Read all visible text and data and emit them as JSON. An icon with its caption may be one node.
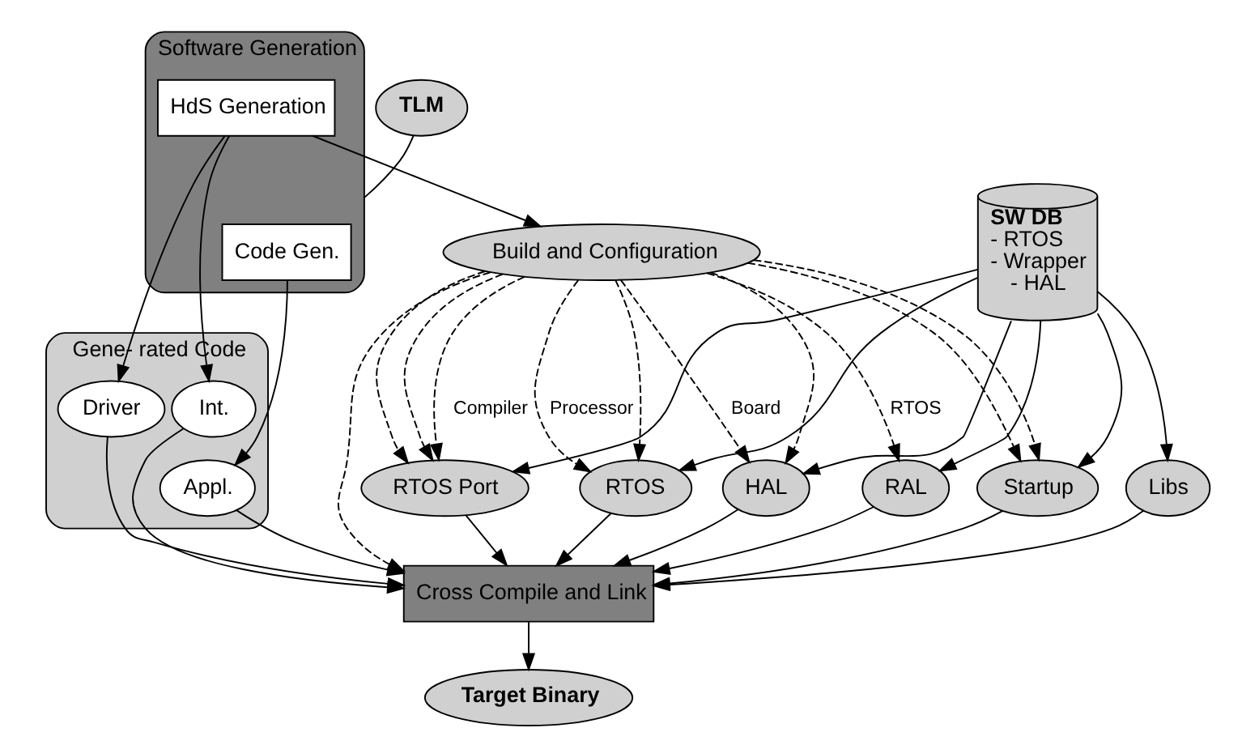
{
  "diagram": {
    "nodes": [
      {
        "text": [
          "TLM"
        ]
      },
      {
        "text": [
          "Software Generation"
        ]
      },
      {
        "text": [
          "Code Gen."
        ],
        "in": 1
      },
      {
        "text": [
          "HdS Generation"
        ],
        "in": 1
      },
      {
        "text": [
          "Gene- rated Code"
        ]
      },
      {
        "text": [
          "Appl."
        ],
        "in": 4
      },
      {
        "text": [
          "Driver"
        ],
        "in": 4
      },
      {
        "text": [
          "Int."
        ],
        "in": 4
      },
      {
        "text": [
          "Build and Configuration"
        ]
      },
      {
        "text": [
          "Libs"
        ]
      },
      {
        "text": [
          "RAL"
        ]
      },
      {
        "text": [
          "RTOS"
        ]
      },
      {
        "text": [
          "RTOS Port"
        ]
      },
      {
        "text": [
          "Startup"
        ]
      },
      {
        "text": [
          "HAL"
        ]
      },
      {
        "text": [
          "Cross Compile and Link"
        ]
      },
      {
        "text": [
          "Target Binary"
        ]
      },
      {
        "text": [
          "SW DB",
          "- RTOS",
          "- Wrapper",
          "- HAL"
        ]
      }
    ],
    "edges": [
      {
        "from": 0,
        "to": 1,
        "arrow": "none"
      },
      {
        "from": 2,
        "to": 5,
        "arrow": "to"
      },
      {
        "from": 3,
        "to": 6,
        "arrow": "to"
      },
      {
        "from": 3,
        "to": 7,
        "arrow": "to"
      },
      {
        "from": 3,
        "to": 8,
        "arrow": "to"
      },
      {
        "from": 5,
        "to": 15,
        "arrow": "to"
      },
      {
        "from": 6,
        "to": 15,
        "arrow": "to"
      },
      {
        "from": 7,
        "to": 15,
        "arrow": "to"
      },
      {
        "from": 8,
        "to": 15,
        "arrow": "to",
        "style": "dashed"
      },
      {
        "from": 9,
        "to": 15,
        "arrow": "to"
      },
      {
        "from": 10,
        "to": 15,
        "arrow": "to"
      },
      {
        "from": 11,
        "to": 15,
        "arrow": "to"
      },
      {
        "from": 12,
        "to": 15,
        "arrow": "to"
      },
      {
        "from": 13,
        "to": 15,
        "arrow": "to"
      },
      {
        "from": 14,
        "to": 15,
        "arrow": "to"
      },
      {
        "from": 15,
        "to": 16,
        "arrow": "to"
      },
      {
        "from": 17,
        "to": 9,
        "arrow": "to"
      },
      {
        "from": 17,
        "to": 10,
        "arrow": "to"
      },
      {
        "from": 17,
        "to": 11,
        "arrow": "to"
      },
      {
        "from": 17,
        "to": 12,
        "arrow": "to"
      },
      {
        "from": 17,
        "to": 13,
        "arrow": "to"
      },
      {
        "from": 17,
        "to": 14,
        "arrow": "to"
      },
      {
        "from": 8,
        "to": 11,
        "arrow": "to",
        "style": "dashed",
        "label": "Processor"
      },
      {
        "from": 8,
        "to": 12,
        "arrow": "to",
        "style": "dashed"
      },
      {
        "from": 8,
        "to": 13,
        "arrow": "to",
        "style": "dashed"
      },
      {
        "from": 8,
        "to": 14,
        "arrow": "to",
        "style": "dashed"
      },
      {
        "from": 8,
        "to": 10,
        "arrow": "to",
        "style": "dashed",
        "label": "RTOS"
      },
      {
        "from": 8,
        "to": 11,
        "arrow": "to",
        "style": "dashed"
      },
      {
        "from": 8,
        "to": 12,
        "arrow": "to",
        "style": "dashed"
      },
      {
        "from": 8,
        "to": 12,
        "arrow": "to",
        "style": "dashed",
        "label": "Compiler"
      },
      {
        "from": 8,
        "to": 13,
        "arrow": "to",
        "style": "dashed"
      },
      {
        "from": 8,
        "to": 14,
        "arrow": "to",
        "style": "dashed",
        "label": "Board"
      }
    ]
  }
}
